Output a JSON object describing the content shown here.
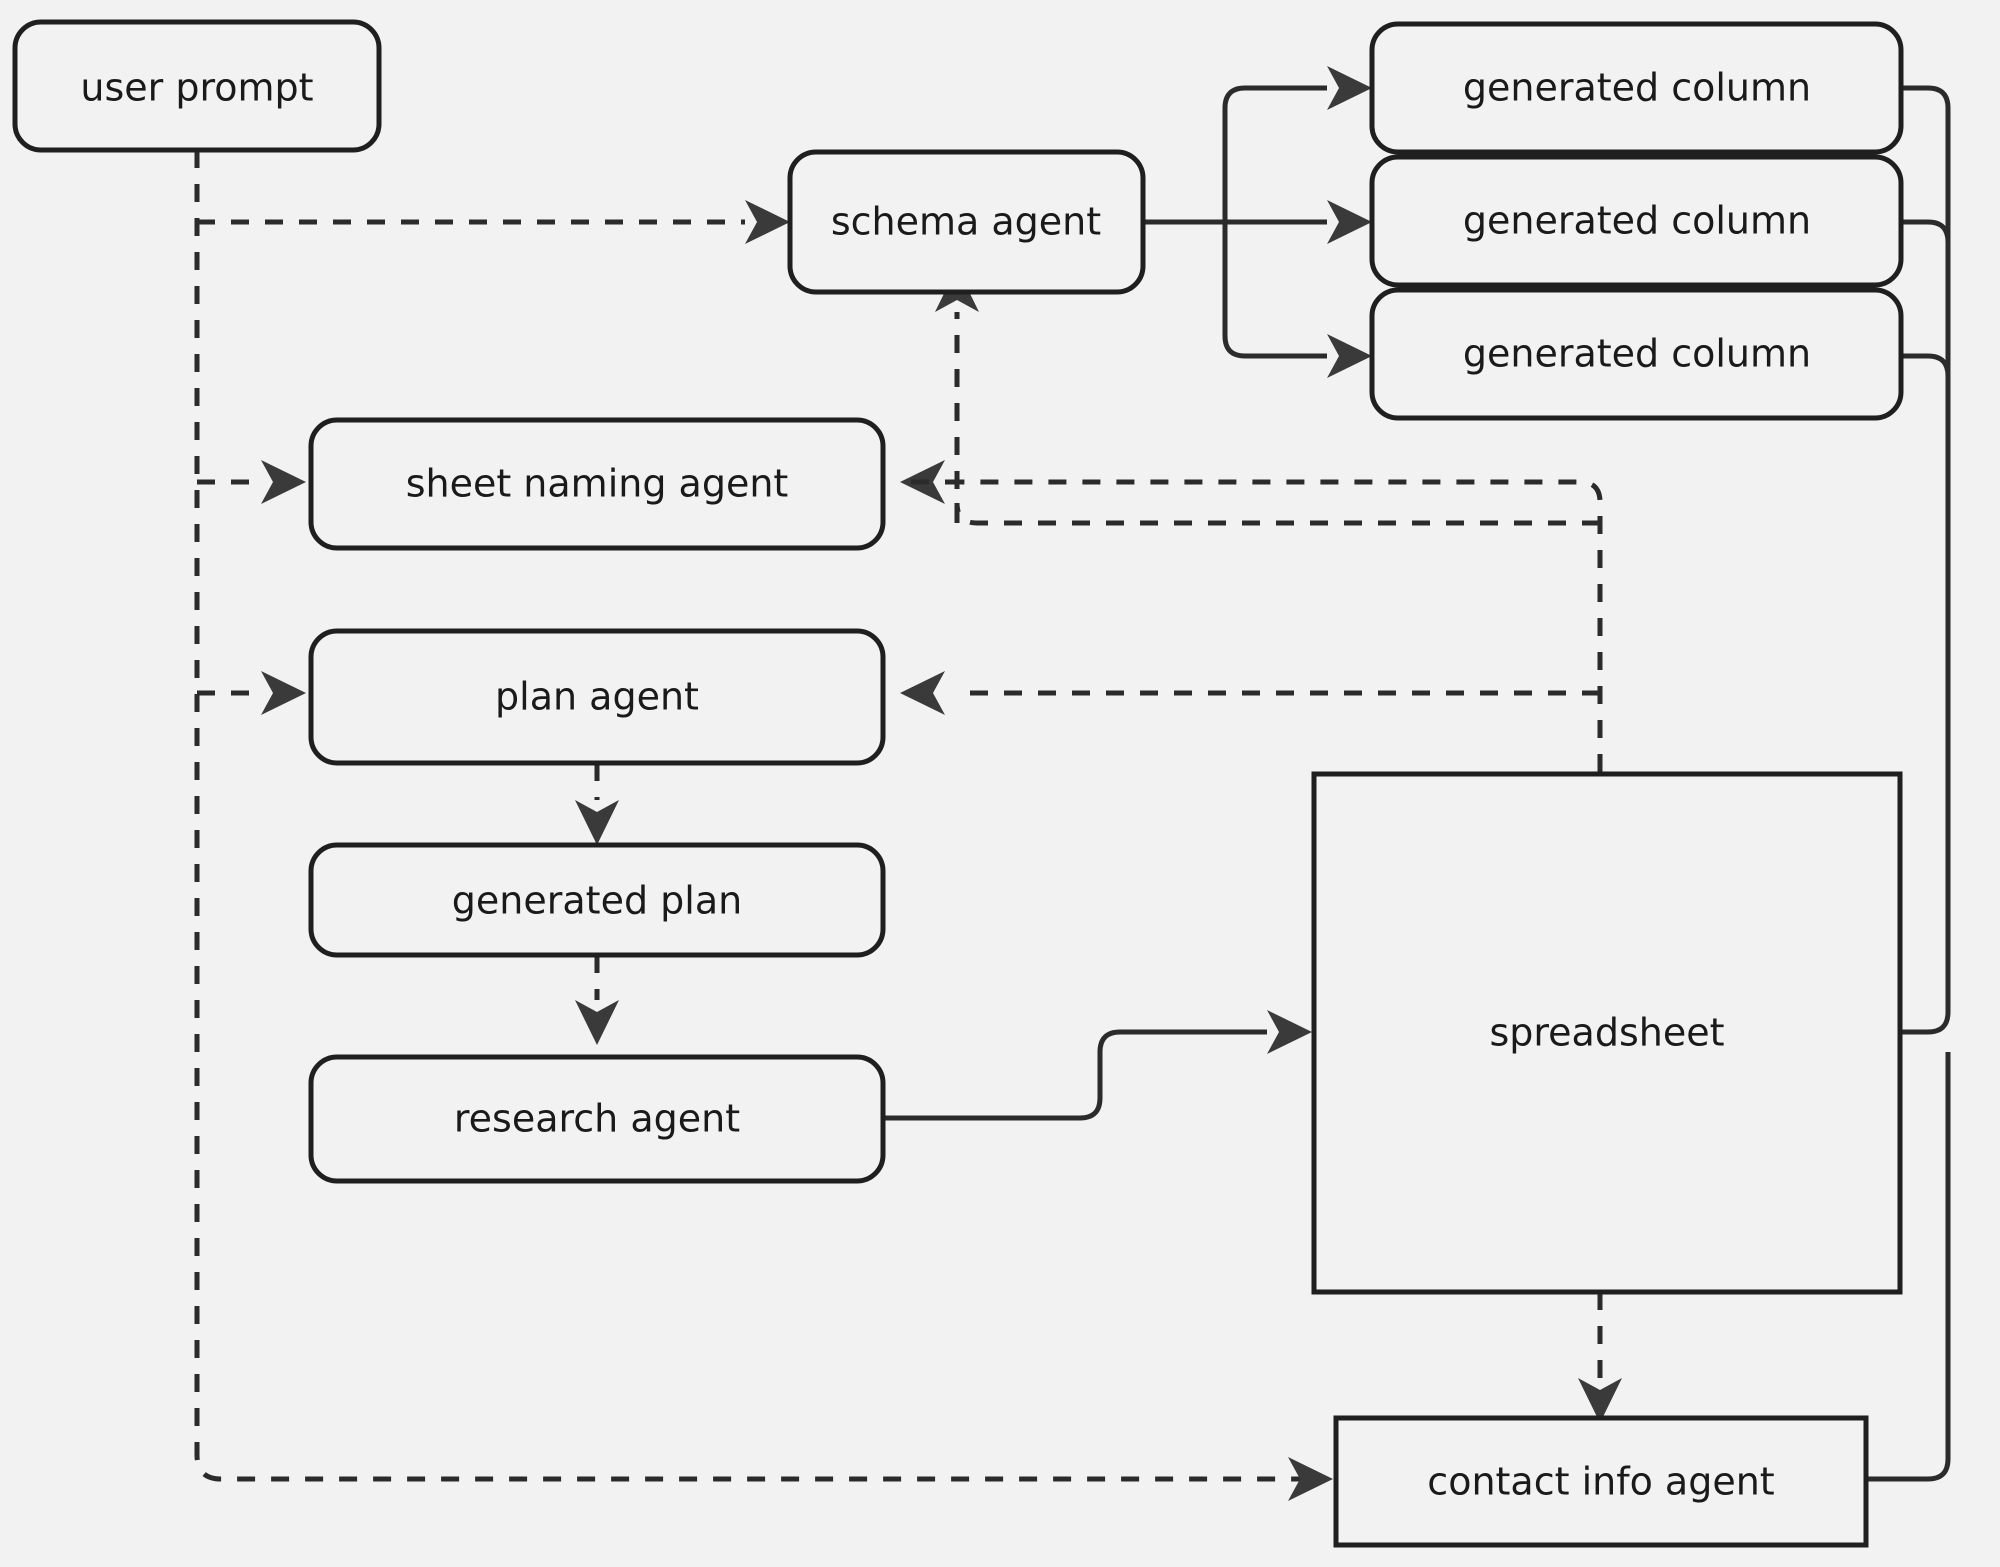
{
  "diagram": {
    "title": "agent pipeline flowchart",
    "background_color": "#f2f2f2",
    "node_fill": "#f2f2f2",
    "node_stroke": "#1f1f1f",
    "edge_color": "#2b2b2b",
    "text_color": "#1a1a1a"
  },
  "nodes": {
    "user_prompt": {
      "label": "user prompt",
      "shape": "rounded"
    },
    "schema_agent": {
      "label": "schema agent",
      "shape": "rounded"
    },
    "generated_column_1": {
      "label": "generated column",
      "shape": "rounded"
    },
    "generated_column_2": {
      "label": "generated column",
      "shape": "rounded"
    },
    "generated_column_3": {
      "label": "generated column",
      "shape": "rounded"
    },
    "sheet_naming_agent": {
      "label": "sheet naming agent",
      "shape": "rounded"
    },
    "plan_agent": {
      "label": "plan agent",
      "shape": "rounded"
    },
    "generated_plan": {
      "label": "generated plan",
      "shape": "rounded"
    },
    "research_agent": {
      "label": "research agent",
      "shape": "rounded"
    },
    "spreadsheet": {
      "label": "spreadsheet",
      "shape": "rectangle"
    },
    "contact_info_agent": {
      "label": "contact info agent",
      "shape": "rectangle"
    }
  },
  "edges": [
    {
      "from": "user_prompt",
      "to": "schema_agent",
      "style": "dashed",
      "arrow": true
    },
    {
      "from": "user_prompt",
      "to": "sheet_naming_agent",
      "style": "dashed",
      "arrow": true
    },
    {
      "from": "user_prompt",
      "to": "plan_agent",
      "style": "dashed",
      "arrow": true
    },
    {
      "from": "user_prompt",
      "to": "contact_info_agent",
      "style": "dashed",
      "arrow": true
    },
    {
      "from": "schema_agent",
      "to": "generated_column_1",
      "style": "solid",
      "arrow": true
    },
    {
      "from": "schema_agent",
      "to": "generated_column_2",
      "style": "solid",
      "arrow": true
    },
    {
      "from": "schema_agent",
      "to": "generated_column_3",
      "style": "solid",
      "arrow": true
    },
    {
      "from": "generated_column_1",
      "to": "spreadsheet",
      "style": "solid",
      "arrow": true
    },
    {
      "from": "generated_column_2",
      "to": "spreadsheet",
      "style": "solid",
      "arrow": true
    },
    {
      "from": "generated_column_3",
      "to": "spreadsheet",
      "style": "solid",
      "arrow": true
    },
    {
      "from": "spreadsheet",
      "to": "sheet_naming_agent",
      "style": "dashed",
      "arrow": true
    },
    {
      "from": "spreadsheet",
      "to": "schema_agent",
      "style": "dashed",
      "arrow": true
    },
    {
      "from": "spreadsheet",
      "to": "plan_agent",
      "style": "dashed",
      "arrow": true
    },
    {
      "from": "plan_agent",
      "to": "generated_plan",
      "style": "dashed",
      "arrow": true
    },
    {
      "from": "generated_plan",
      "to": "research_agent",
      "style": "dashed",
      "arrow": true
    },
    {
      "from": "research_agent",
      "to": "spreadsheet",
      "style": "solid",
      "arrow": true
    },
    {
      "from": "spreadsheet",
      "to": "contact_info_agent",
      "style": "dashed",
      "arrow": true
    },
    {
      "from": "contact_info_agent",
      "to": "spreadsheet",
      "style": "solid",
      "arrow": true
    }
  ]
}
